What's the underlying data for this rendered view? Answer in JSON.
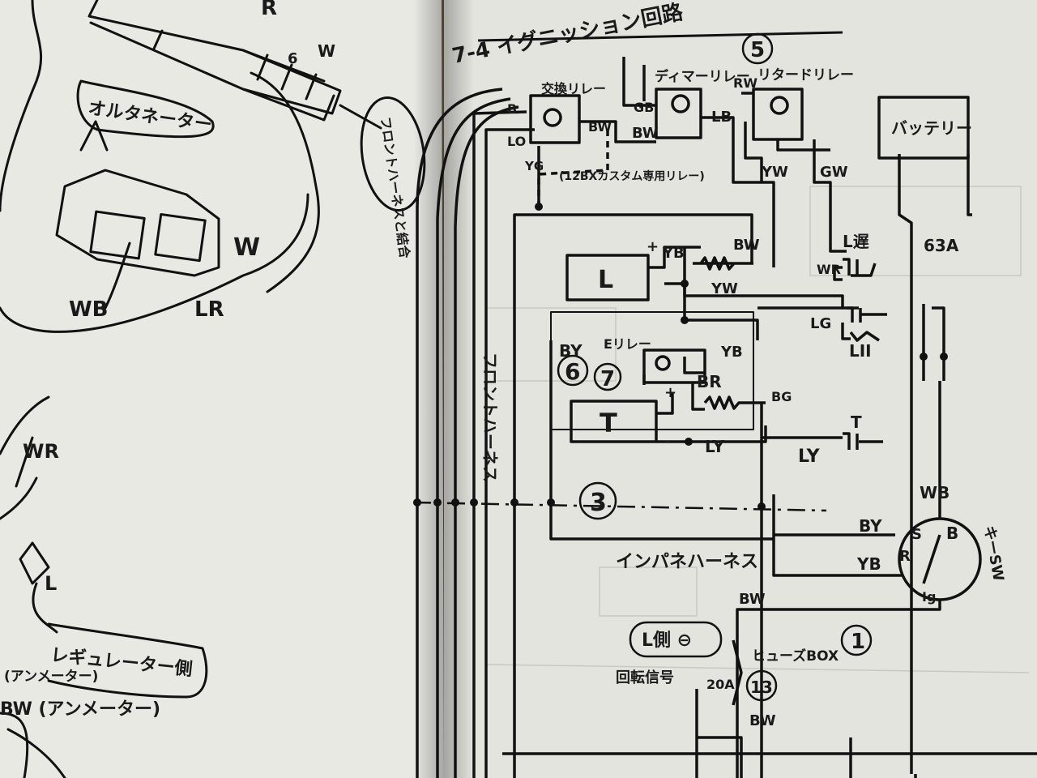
{
  "title": "7-4 イグニッション回路",
  "left_page": {
    "labels": {
      "r_top": "R",
      "w_top": "W",
      "six": "6",
      "alternator": "オルタネーター",
      "front_harness_note": "フロントハーネスと結合",
      "w_conn": "W",
      "wb_conn": "WB",
      "lr_conn": "LR",
      "wr": "WR",
      "l": "L",
      "regulator_side": "レギュレーター側",
      "ammeter1": "(アンメーター)",
      "bw_ammeter": "BW (アンメーター)"
    }
  },
  "right_page": {
    "circled": {
      "five": "5",
      "six": "6",
      "seven": "7",
      "three": "3",
      "one": "1",
      "thirteen": "13"
    },
    "relays": {
      "exchange_relay": "交換リレー",
      "dimmer_relay": "ディマーリレー",
      "retard_relay": "リタードリレー",
      "e_relay": "Eリレー"
    },
    "components": {
      "battery": "バッテリー",
      "L": "L",
      "T": "T",
      "fusible_63a": "63A",
      "key_sw": "キーSW",
      "L_delay": "L遅",
      "L_II": "LII",
      "T_lamp": "T"
    },
    "harness": {
      "front": "フロントハーネス",
      "inpanel": "インパネハーネス"
    },
    "notes": {
      "twelve_bx": "(12BXカスタム専用リレー)",
      "l_side": "L側 ⊖",
      "rotation_signal": "回転信号",
      "fuse_box": "ヒューズBOX",
      "twenty_a": "20A"
    },
    "wire_codes": {
      "B": "B",
      "LO": "LO",
      "YG": "YG",
      "BW_relay": "BW",
      "BW2": "BW",
      "GB": "GB",
      "LB": "LB",
      "RW": "RW",
      "YW1": "YW",
      "GW": "GW",
      "YB1": "YB",
      "BW3": "BW",
      "YW2": "YW",
      "WR": "WR",
      "LG": "LG",
      "BY1": "BY",
      "YB2": "YB",
      "BR": "BR",
      "BG": "BG",
      "LY1": "LY",
      "LY2": "LY",
      "WB": "WB",
      "BY2": "BY",
      "YB3": "YB",
      "BW4": "BW",
      "BW5": "BW",
      "S": "S",
      "B_term": "B",
      "R": "R",
      "Ig": "Ig",
      "plus1": "+",
      "plus2": "+",
      "minus": "-"
    }
  }
}
